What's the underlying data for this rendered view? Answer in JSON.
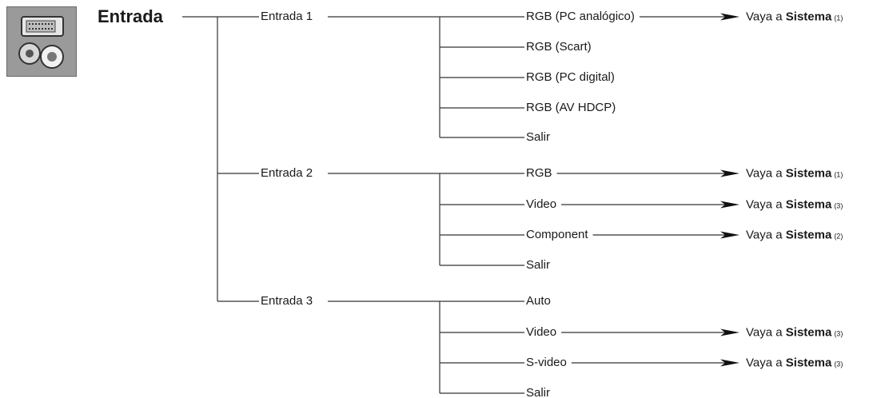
{
  "menu": {
    "title": "Entrada",
    "icon": "input-connector-icon",
    "inputs": [
      {
        "label": "Entrada 1",
        "options": [
          {
            "label": "RGB (PC analógico)",
            "goto": {
              "prefix": "Vaya a",
              "target": "Sistema",
              "ref": "(1)"
            }
          },
          {
            "label": "RGB (Scart)"
          },
          {
            "label": "RGB (PC digital)"
          },
          {
            "label": "RGB (AV HDCP)"
          },
          {
            "label": "Salir"
          }
        ]
      },
      {
        "label": "Entrada 2",
        "options": [
          {
            "label": "RGB",
            "goto": {
              "prefix": "Vaya a",
              "target": "Sistema",
              "ref": "(1)"
            }
          },
          {
            "label": "Video",
            "goto": {
              "prefix": "Vaya a",
              "target": "Sistema",
              "ref": "(3)"
            }
          },
          {
            "label": "Component",
            "goto": {
              "prefix": "Vaya a",
              "target": "Sistema",
              "ref": "(2)"
            }
          },
          {
            "label": "Salir"
          }
        ]
      },
      {
        "label": "Entrada 3",
        "options": [
          {
            "label": "Auto"
          },
          {
            "label": "Video",
            "goto": {
              "prefix": "Vaya a",
              "target": "Sistema",
              "ref": "(3)"
            }
          },
          {
            "label": "S-video",
            "goto": {
              "prefix": "Vaya a",
              "target": "Sistema",
              "ref": "(3)"
            }
          },
          {
            "label": "Salir"
          }
        ]
      }
    ]
  }
}
